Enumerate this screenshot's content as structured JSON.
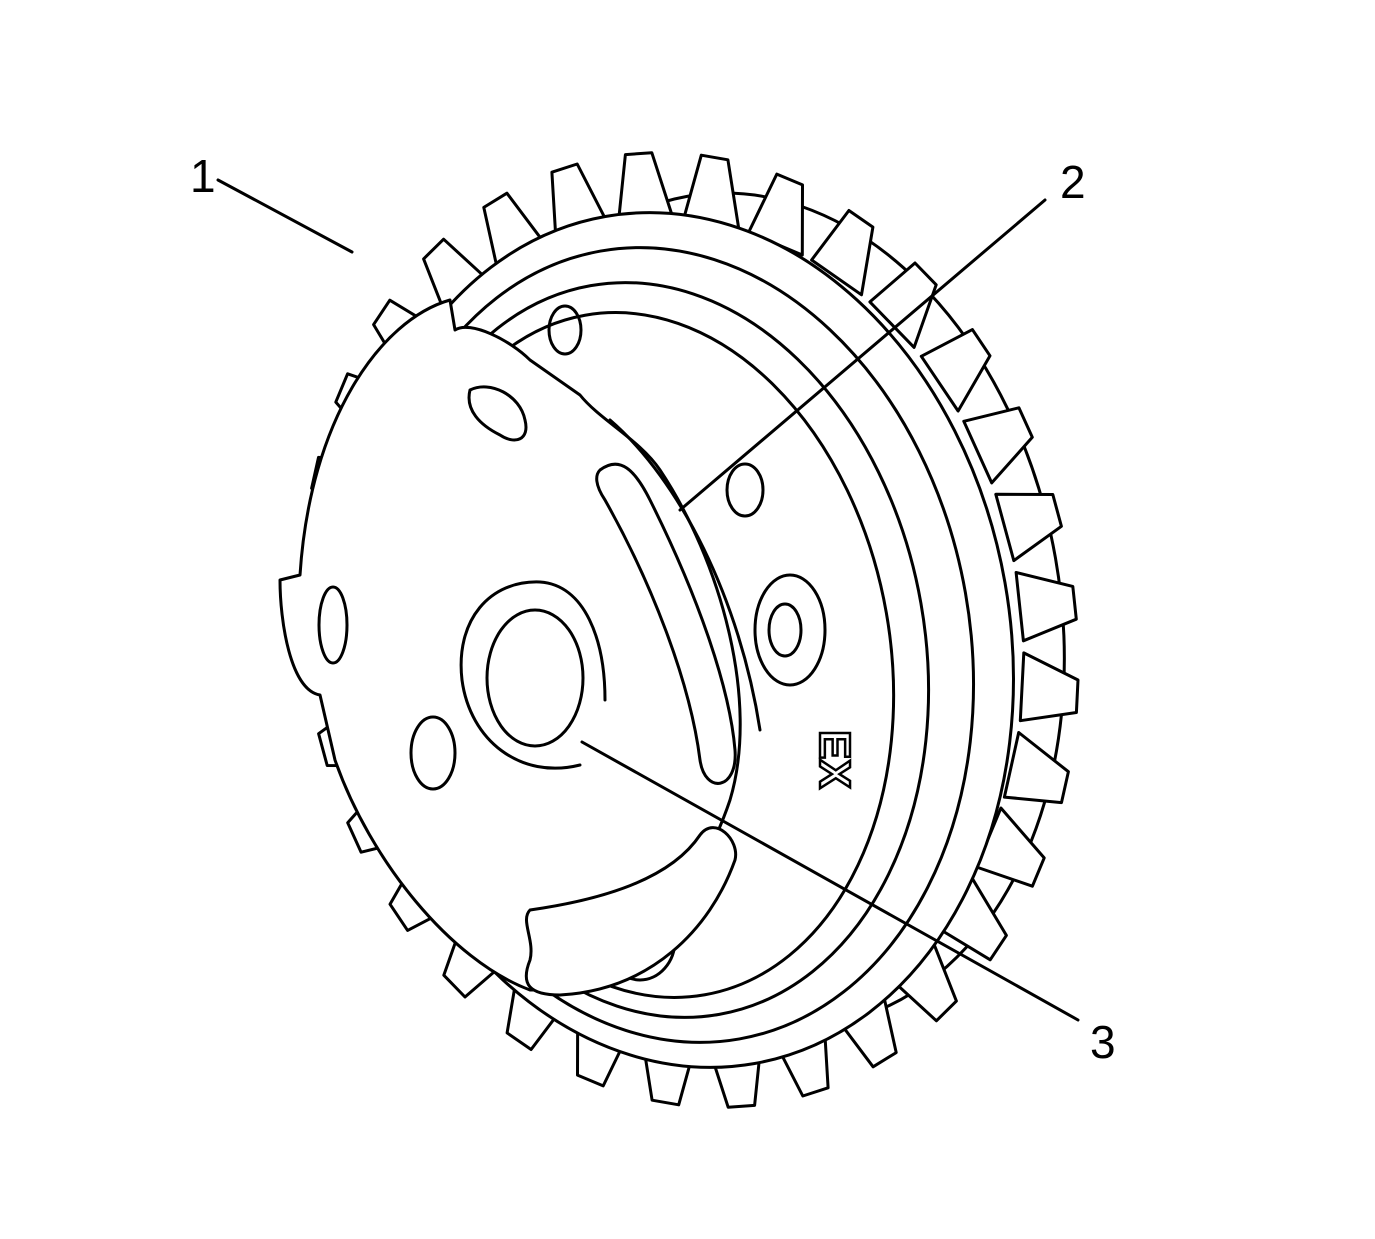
{
  "callouts": [
    {
      "label": "1"
    },
    {
      "label": "2"
    },
    {
      "label": "3"
    }
  ],
  "part_marking": "EX",
  "colors": {
    "line": "#000000",
    "background": "#ffffff"
  }
}
